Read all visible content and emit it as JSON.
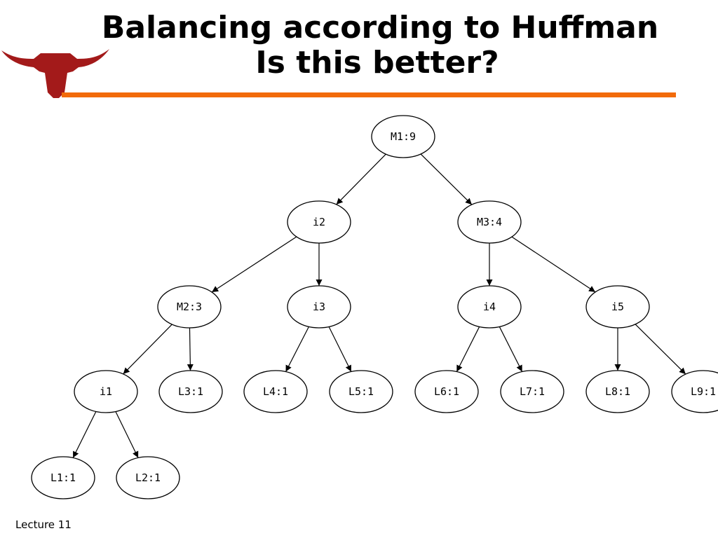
{
  "slide": {
    "title_line_1": "Balancing according to Huffman",
    "title_line_2": "Is this better?",
    "footer": "Lecture 11"
  },
  "colors": {
    "rule": "#f26b0a",
    "logo": "#a31a1a",
    "node_stroke": "#000000",
    "edge": "#000000"
  },
  "logo_icon": "longhorn-icon",
  "tree": {
    "nodes": [
      {
        "id": "m1",
        "label": "M1:9"
      },
      {
        "id": "i2",
        "label": "i2"
      },
      {
        "id": "m3",
        "label": "M3:4"
      },
      {
        "id": "m2",
        "label": "M2:3"
      },
      {
        "id": "i3",
        "label": "i3"
      },
      {
        "id": "i4",
        "label": "i4"
      },
      {
        "id": "i5",
        "label": "i5"
      },
      {
        "id": "i1",
        "label": "i1"
      },
      {
        "id": "l3",
        "label": "L3:1"
      },
      {
        "id": "l4",
        "label": "L4:1"
      },
      {
        "id": "l5",
        "label": "L5:1"
      },
      {
        "id": "l6",
        "label": "L6:1"
      },
      {
        "id": "l7",
        "label": "L7:1"
      },
      {
        "id": "l8",
        "label": "L8:1"
      },
      {
        "id": "l9",
        "label": "L9:1"
      },
      {
        "id": "l1",
        "label": "L1:1"
      },
      {
        "id": "l2",
        "label": "L2:1"
      }
    ],
    "edges": [
      [
        "m1",
        "i2"
      ],
      [
        "m1",
        "m3"
      ],
      [
        "i2",
        "m2"
      ],
      [
        "i2",
        "i3"
      ],
      [
        "m3",
        "i4"
      ],
      [
        "m3",
        "i5"
      ],
      [
        "m2",
        "i1"
      ],
      [
        "m2",
        "l3"
      ],
      [
        "i3",
        "l4"
      ],
      [
        "i3",
        "l5"
      ],
      [
        "i4",
        "l6"
      ],
      [
        "i4",
        "l7"
      ],
      [
        "i5",
        "l8"
      ],
      [
        "i5",
        "l9"
      ],
      [
        "i1",
        "l1"
      ],
      [
        "i1",
        "l2"
      ]
    ]
  }
}
